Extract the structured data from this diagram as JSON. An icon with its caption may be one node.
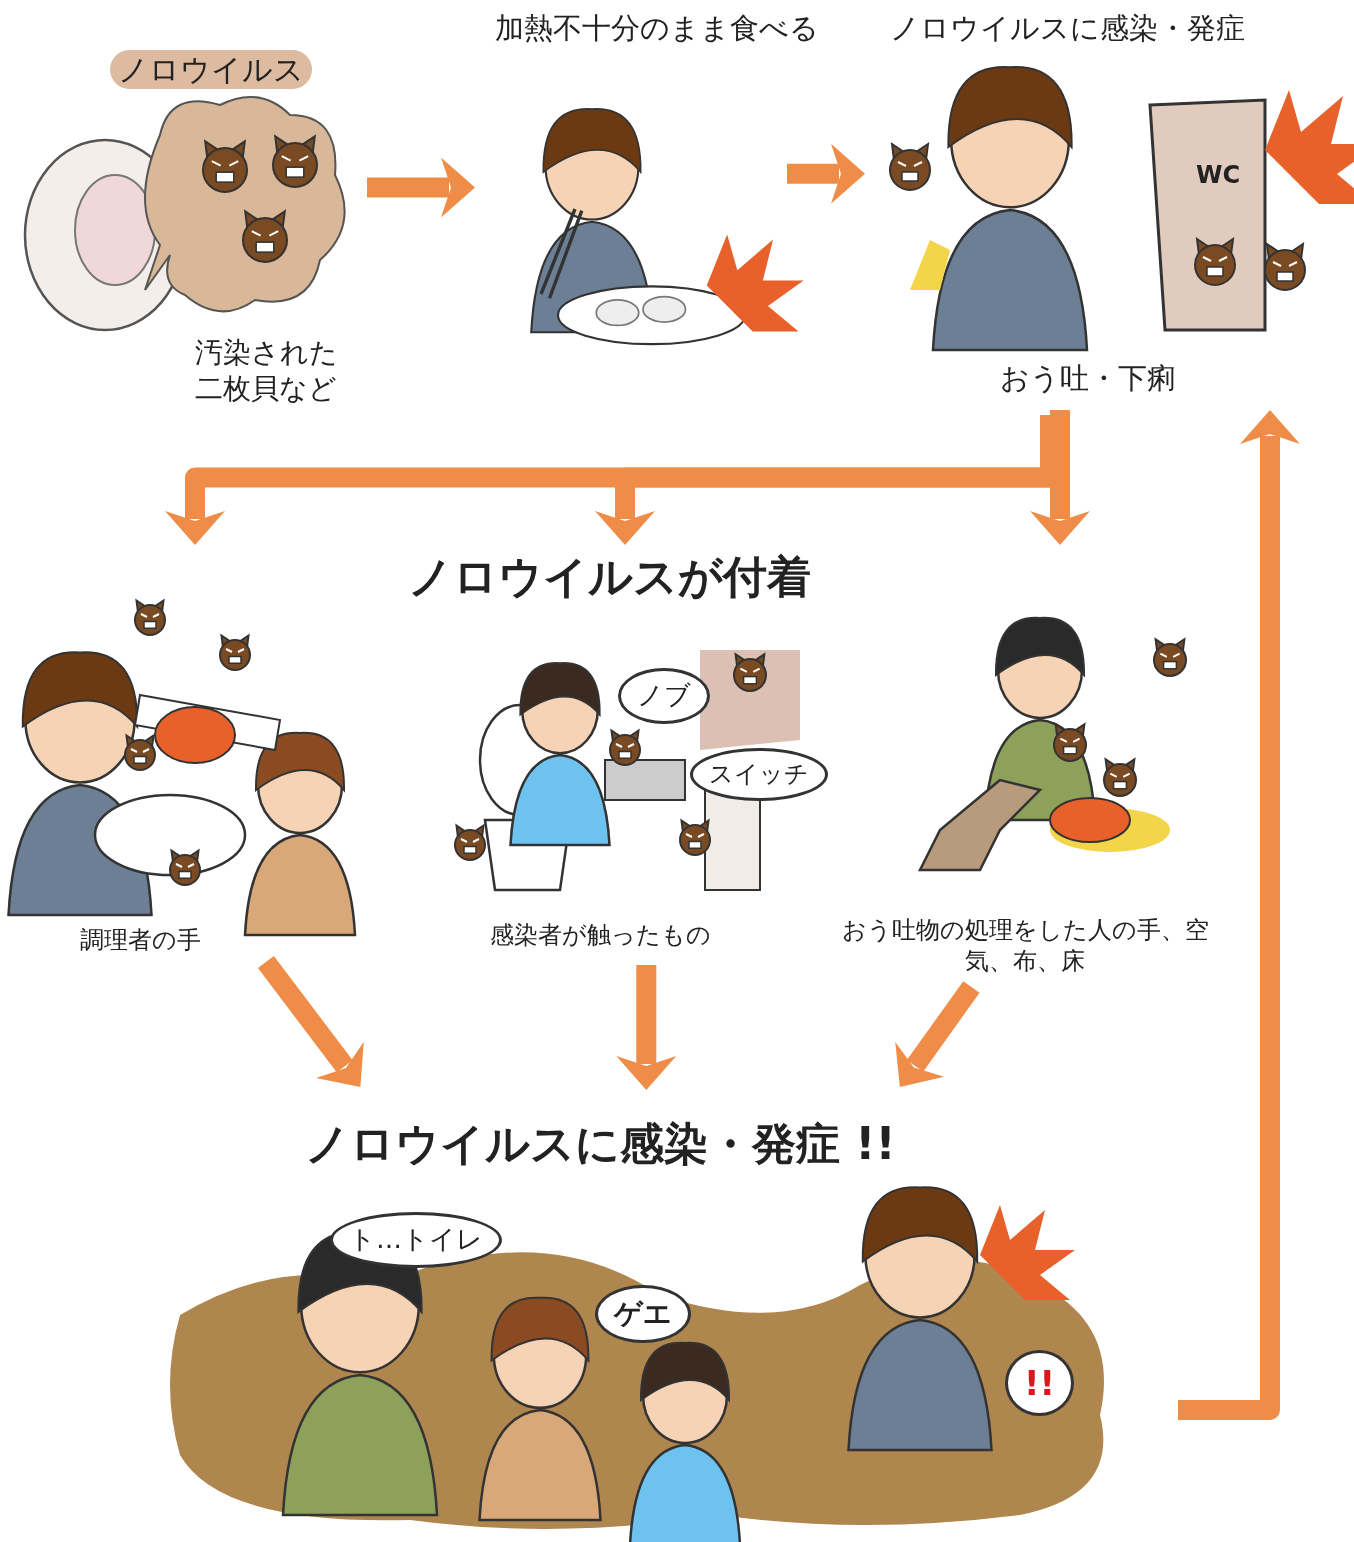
{
  "diagram": {
    "nodes": [
      {
        "text": [
          "ノロウイルス",
          "汚染された二枚貝など"
        ]
      },
      {
        "text": [
          "加熱不十分のまま食べる"
        ]
      },
      {
        "text": [
          "ノロウイルスに感染・発症",
          "おう吐・下痢"
        ]
      },
      {
        "text": [
          "調理者の手"
        ]
      },
      {
        "text": [
          "感染者が触ったもの"
        ]
      },
      {
        "text": [
          "おう吐物の処理をした人の手、空気、布、床"
        ]
      },
      {
        "text": [
          "ノロウイルスに感染・発症 !!"
        ]
      }
    ],
    "edges": [
      {
        "from": 0,
        "to": 1,
        "arrow": "to"
      },
      {
        "from": 1,
        "to": 2,
        "arrow": "to"
      },
      {
        "from": 2,
        "to": 3,
        "arrow": "to"
      },
      {
        "from": 2,
        "to": 4,
        "arrow": "to"
      },
      {
        "from": 2,
        "to": 5,
        "arrow": "to"
      },
      {
        "from": 3,
        "to": 6,
        "arrow": "to"
      },
      {
        "from": 4,
        "to": 6,
        "arrow": "to"
      },
      {
        "from": 5,
        "to": 6,
        "arrow": "to"
      },
      {
        "from": 6,
        "to": 2,
        "arrow": "to"
      }
    ],
    "labels": [
      "WC",
      "ノロウイルスが付着",
      "ノブ",
      "スイッチ",
      "ト…トイレ",
      "ゲエ",
      "!!"
    ]
  }
}
